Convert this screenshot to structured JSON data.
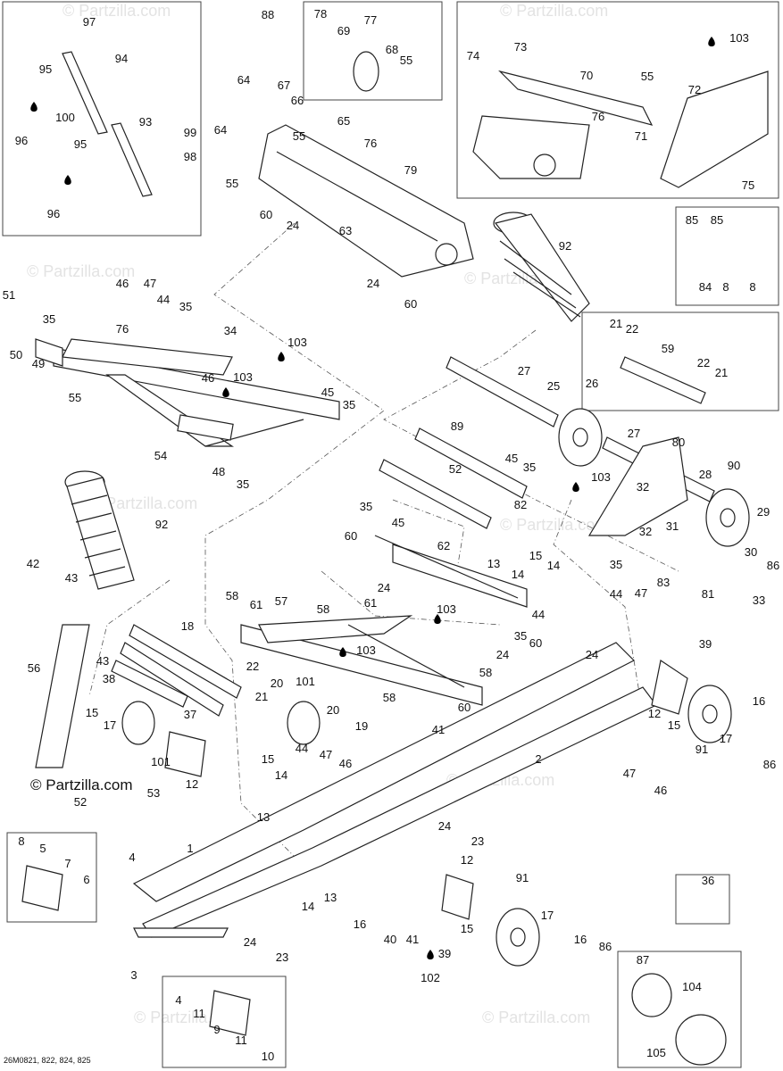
{
  "footer": {
    "drawing_code": "26M0821, 822, 824, 825"
  },
  "copyright": "© Partzilla.com",
  "watermark": "© Partzilla.com",
  "part_numbers": [
    "1",
    "2",
    "3",
    "4",
    "5",
    "6",
    "7",
    "8",
    "9",
    "10",
    "11",
    "12",
    "13",
    "14",
    "15",
    "16",
    "17",
    "18",
    "19",
    "20",
    "21",
    "22",
    "23",
    "24",
    "25",
    "26",
    "27",
    "28",
    "29",
    "30",
    "31",
    "32",
    "33",
    "34",
    "35",
    "36",
    "37",
    "38",
    "39",
    "40",
    "41",
    "42",
    "43",
    "44",
    "45",
    "46",
    "47",
    "48",
    "49",
    "50",
    "51",
    "52",
    "53",
    "54",
    "55",
    "56",
    "57",
    "58",
    "59",
    "60",
    "61",
    "62",
    "63",
    "64",
    "65",
    "66",
    "67",
    "68",
    "69",
    "70",
    "71",
    "72",
    "73",
    "74",
    "75",
    "76",
    "77",
    "78",
    "79",
    "80",
    "81",
    "82",
    "83",
    "84",
    "85",
    "86",
    "87",
    "88",
    "89",
    "90",
    "91",
    "92",
    "93",
    "94",
    "95",
    "96",
    "97",
    "98",
    "99",
    "100",
    "101",
    "102",
    "103",
    "104",
    "105"
  ],
  "icons": {
    "lubricant": "oil-drop-icon"
  }
}
